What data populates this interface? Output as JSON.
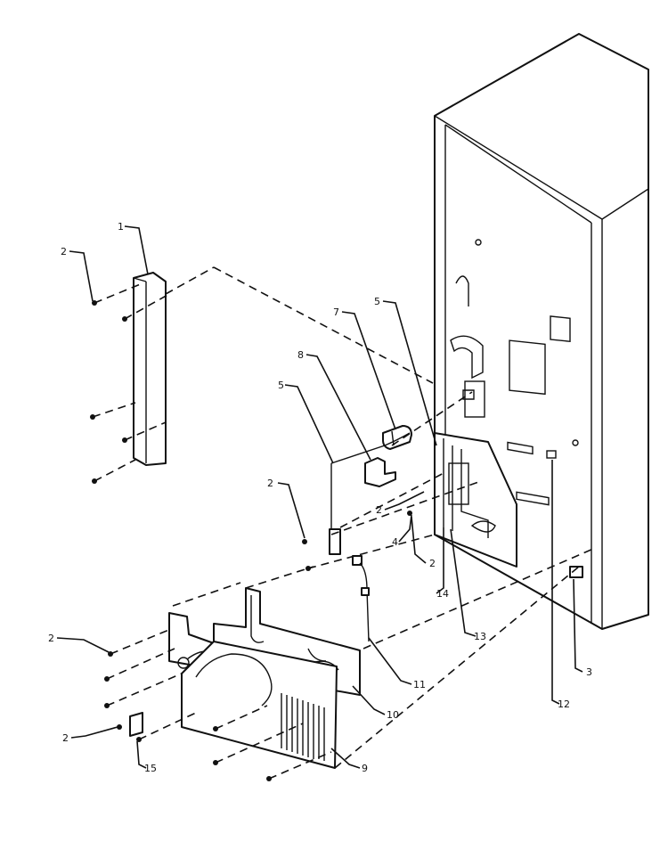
{
  "colors": {
    "ink": "#111111",
    "paper": "#ffffff"
  },
  "callouts": [
    {
      "id": "c1",
      "text": "1"
    },
    {
      "id": "c2a",
      "text": "2"
    },
    {
      "id": "c2b",
      "text": "2"
    },
    {
      "id": "c2c",
      "text": "2"
    },
    {
      "id": "c2d",
      "text": "2"
    },
    {
      "id": "c2e",
      "text": "2"
    },
    {
      "id": "c2f",
      "text": "2"
    },
    {
      "id": "c3",
      "text": "3"
    },
    {
      "id": "c4",
      "text": "4"
    },
    {
      "id": "c5a",
      "text": "5"
    },
    {
      "id": "c5b",
      "text": "5"
    },
    {
      "id": "c7",
      "text": "7"
    },
    {
      "id": "c8",
      "text": "8"
    },
    {
      "id": "c9",
      "text": "9"
    },
    {
      "id": "c10",
      "text": "10"
    },
    {
      "id": "c11",
      "text": "11"
    },
    {
      "id": "c12",
      "text": "12"
    },
    {
      "id": "c13",
      "text": "13"
    },
    {
      "id": "c14",
      "text": "14"
    },
    {
      "id": "c15",
      "text": "15"
    }
  ]
}
